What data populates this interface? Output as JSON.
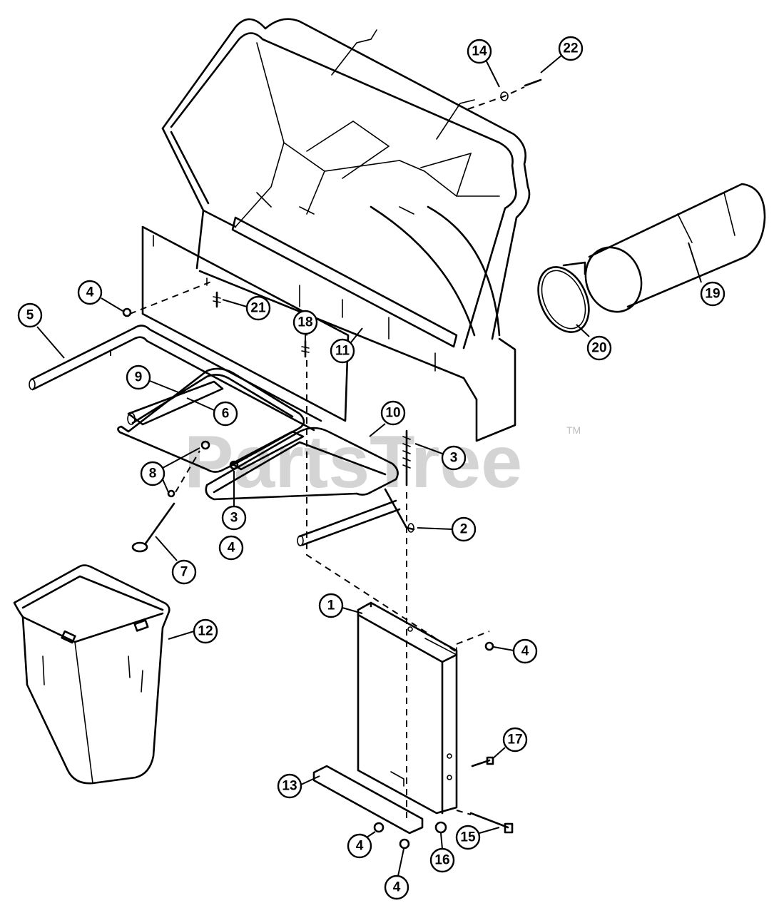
{
  "watermark": {
    "text": "PartsTree",
    "trademark": "TM"
  },
  "callouts": [
    {
      "label": "14"
    },
    {
      "label": "22"
    },
    {
      "label": "4"
    },
    {
      "label": "21"
    },
    {
      "label": "5"
    },
    {
      "label": "18"
    },
    {
      "label": "11"
    },
    {
      "label": "19"
    },
    {
      "label": "20"
    },
    {
      "label": "9"
    },
    {
      "label": "6"
    },
    {
      "label": "10"
    },
    {
      "label": "3"
    },
    {
      "label": "8"
    },
    {
      "label": "3"
    },
    {
      "label": "4"
    },
    {
      "label": "2"
    },
    {
      "label": "7"
    },
    {
      "label": "1"
    },
    {
      "label": "12"
    },
    {
      "label": "4"
    },
    {
      "label": "17"
    },
    {
      "label": "13"
    },
    {
      "label": "4"
    },
    {
      "label": "16"
    },
    {
      "label": "15"
    },
    {
      "label": "4"
    }
  ]
}
